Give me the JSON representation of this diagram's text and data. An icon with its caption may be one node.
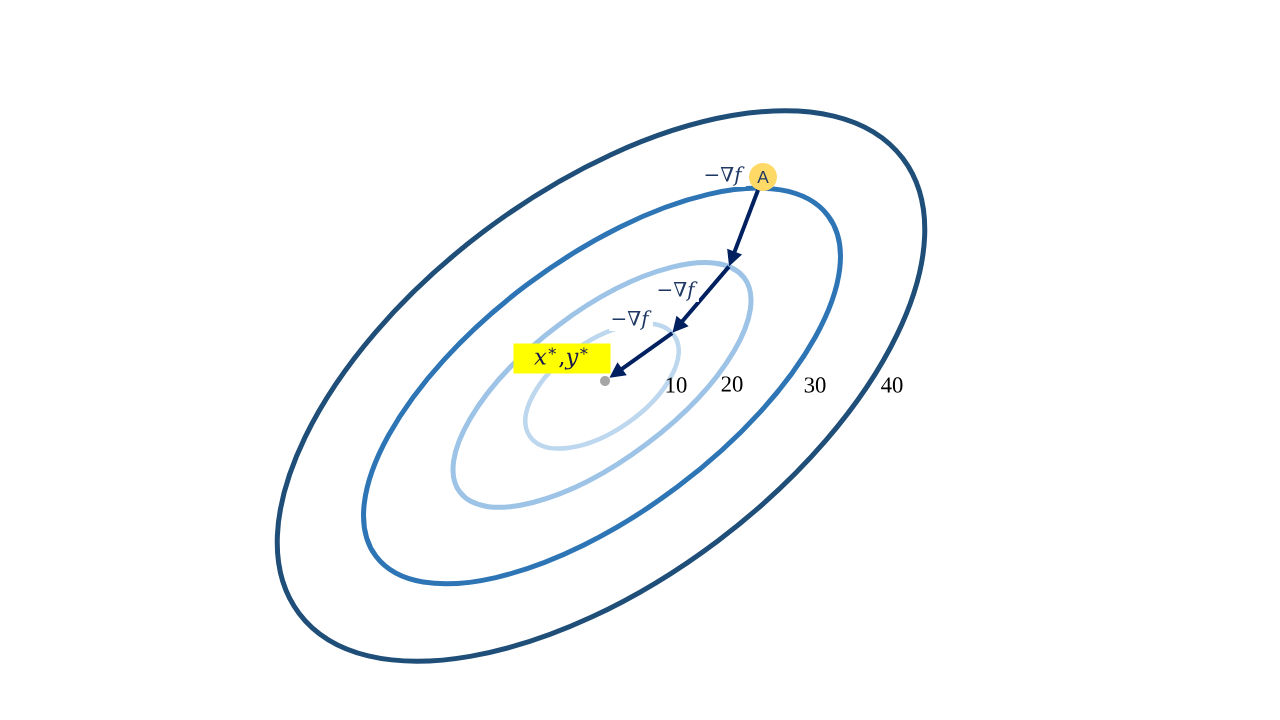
{
  "diagram": {
    "nodes": [
      {
        "text": [],
        "shape": "ellipse",
        "beside": [
          "40"
        ]
      },
      {
        "text": [
          "A"
        ],
        "in": 0
      },
      {
        "text": [],
        "shape": "ellipse",
        "beside": [
          "30"
        ],
        "in": 0
      },
      {
        "text": [],
        "shape": "ellipse",
        "beside": [
          "20"
        ],
        "in": 2
      },
      {
        "text": [],
        "shape": "ellipse",
        "beside": [
          "10"
        ],
        "in": 3
      },
      {
        "text": [
          "*x*$^{∗}$,*y*$^{∗}$"
        ],
        "in": 3
      },
      {
        "text": [],
        "shape": "circle",
        "in": 4
      }
    ],
    "edges": [
      {
        "from": 1,
        "to": 3,
        "arrow": "to",
        "label": "−∇*f*"
      },
      {
        "from": 3,
        "to": 4,
        "arrow": "to",
        "label": "−∇*f*"
      },
      {
        "from": 4,
        "to": 6,
        "arrow": "to",
        "label": "−∇*f*"
      }
    ]
  }
}
